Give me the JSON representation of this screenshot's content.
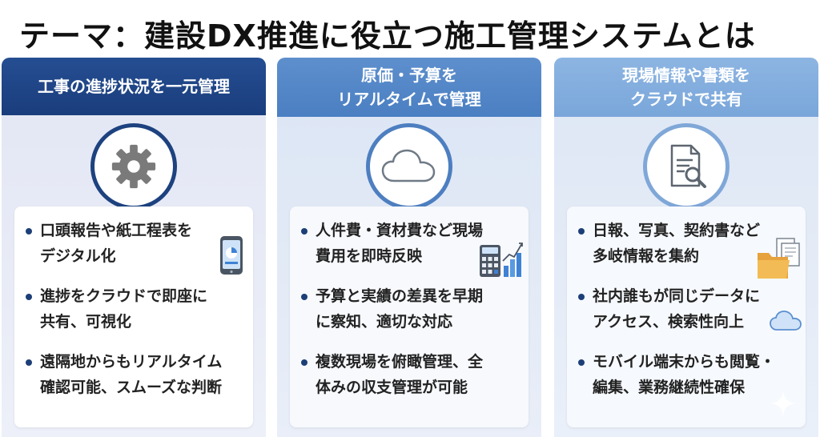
{
  "title": "テーマ：建設DX推進に役立つ施工管理システムとは",
  "colors": {
    "panel1_header": "#1a3d7c",
    "panel2_header": "#4a7fc2",
    "panel3_header": "#79a6da",
    "bullet": "#1d3f78"
  },
  "panels": [
    {
      "header": "工事の進捗状況を一元管理",
      "icon": "gear-icon",
      "bullets": [
        "口頭報告や紙工程表を\nデジタル化",
        "進捗をクラウドで即座に\n共有、可視化",
        "遠隔地からもリアルタイム\n確認可能、スムーズな判断"
      ],
      "deco_icon": "smartphone-chart-icon"
    },
    {
      "header": "原価・予算を\nリアルタイムで管理",
      "icon": "cloud-icon",
      "bullets": [
        "人件費・資材費など現場\n費用を即時反映",
        "予算と実績の差異を早期\nに察知、適切な対応",
        "複数現場を俯瞰管理、全\n体みの収支管理が可能"
      ],
      "deco_icon": "calculator-chart-icon"
    },
    {
      "header": "現場情報や書類を\nクラウドで共有",
      "icon": "document-search-icon",
      "bullets": [
        "日報、写真、契約書など\n多岐情報を集約",
        "社内誰もが同じデータに\nアクセス、検索性向上",
        "モバイル端末からも閲覧・\n編集、業務継続性確保"
      ],
      "deco_icon": "folder-documents-icon"
    }
  ]
}
